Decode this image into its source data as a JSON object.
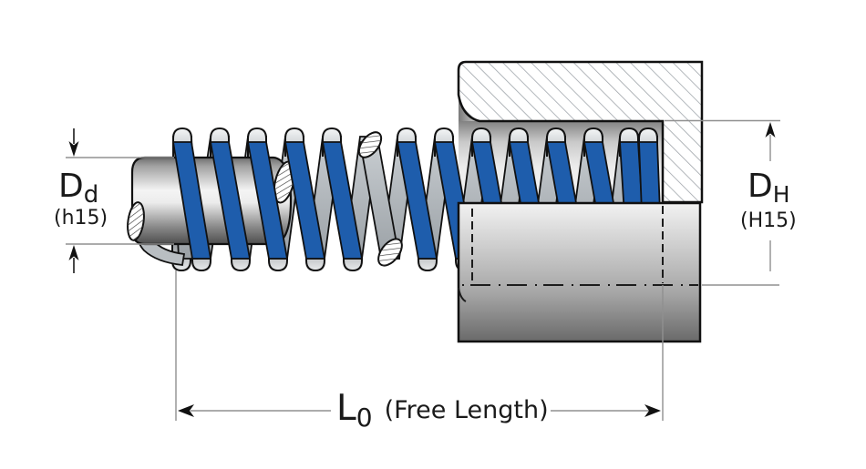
{
  "figure_title": "compression-spring-with-guide-rod-and-housing-bore",
  "dim_rod": {
    "symbol": "D",
    "sub": "d",
    "tolerance": "(h15)"
  },
  "dim_bore": {
    "symbol": "D",
    "sub": "H",
    "tolerance": "(H15)"
  },
  "dim_length": {
    "symbol": "L",
    "sub": "0",
    "label": "(Free Length)"
  },
  "colors": {
    "spring_blue": "#1e5dac",
    "outline": "#111111",
    "hatch_line": "#9aa0a6",
    "cut_hatch_line": "#3a3a3a",
    "dimension_line": "#909090",
    "hidden_line": "#1c1c1c",
    "text": "#1a1a1a",
    "background": "#ffffff"
  }
}
